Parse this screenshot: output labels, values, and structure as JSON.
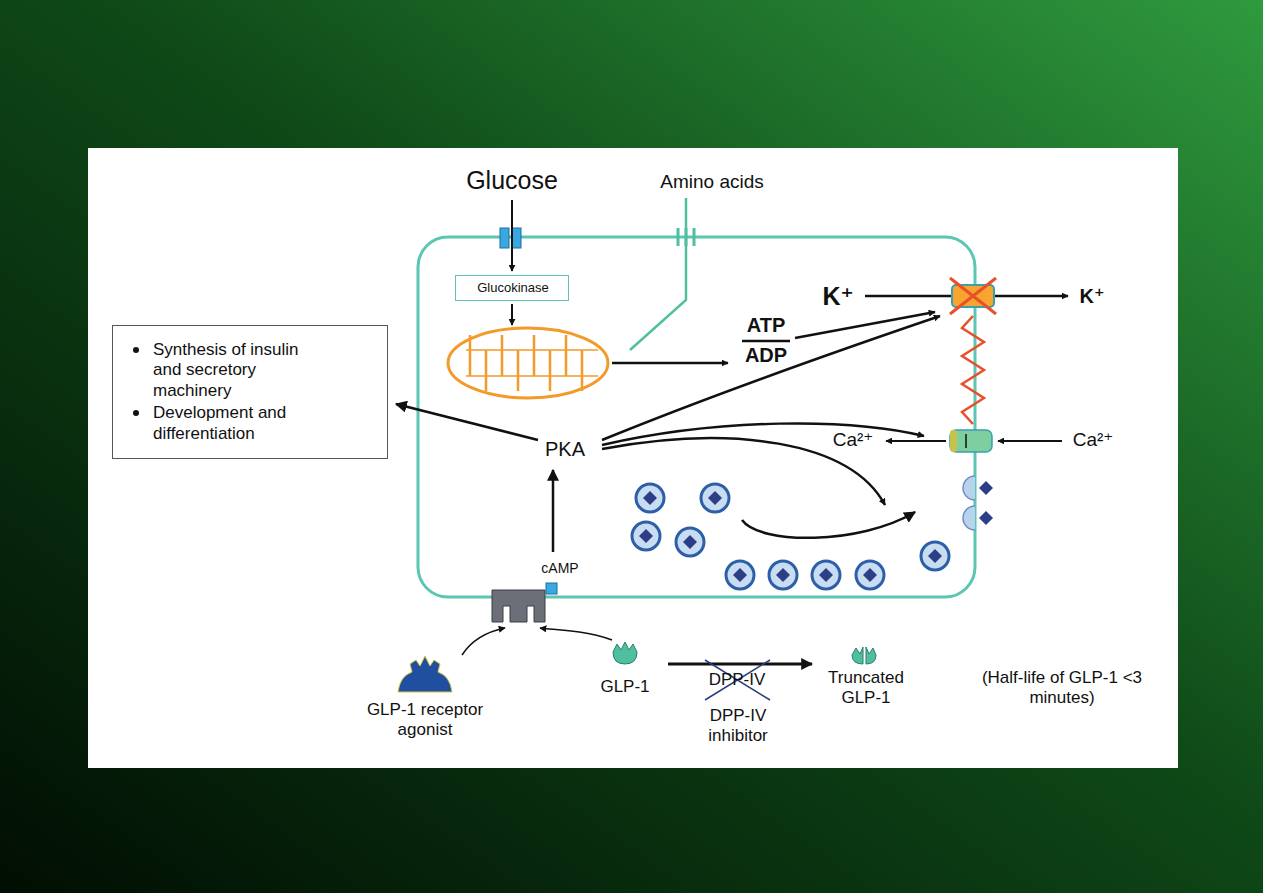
{
  "diagram": {
    "nodes": [
      {
        "text": [
          "Synthesis of insulin and secretory machinery",
          "Development and differentiation"
        ]
      },
      {
        "text": [
          "Glucokinase"
        ]
      }
    ],
    "labels": [
      "Glucose",
      "Amino acids",
      "K⁺",
      "K⁺",
      "ATP",
      "ADP",
      "PKA",
      "Ca²⁺",
      "Ca²⁺",
      "cAMP",
      "GLP-1",
      "DPP-IV",
      "Truncated GLP-1",
      "(Half-life of GLP-1 <3 minutes)",
      "GLP-1 receptor agonist",
      "DPP-IV inhibitor"
    ]
  }
}
